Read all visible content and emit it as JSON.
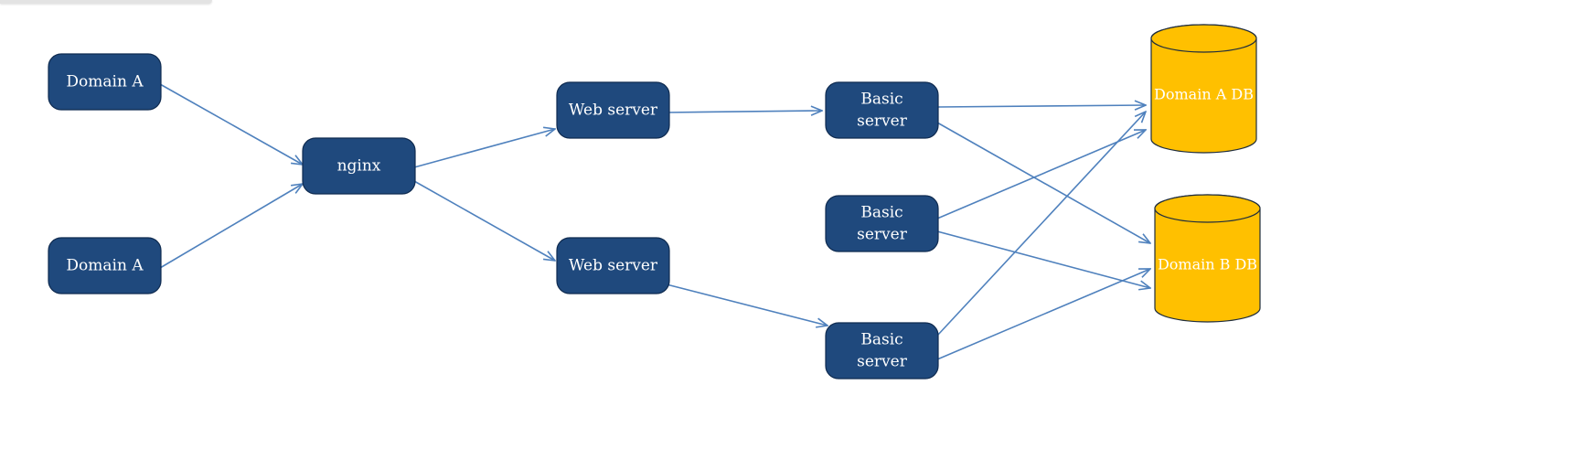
{
  "diagram": {
    "nodes": {
      "domain_a_top": "Domain A",
      "domain_a_bottom": "Domain A",
      "nginx": "nginx",
      "web_server_top": "Web server",
      "web_server_bottom": "Web server",
      "basic_server_1": [
        "Basic",
        "server"
      ],
      "basic_server_2": [
        "Basic",
        "server"
      ],
      "basic_server_3": [
        "Basic",
        "server"
      ],
      "domain_a_db": "Domain A DB",
      "domain_b_db": "Domain B DB"
    },
    "colors": {
      "node_fill": "#1f497d",
      "db_fill": "#ffc000",
      "edge": "#4f81bd",
      "text": "#ffffff"
    }
  }
}
